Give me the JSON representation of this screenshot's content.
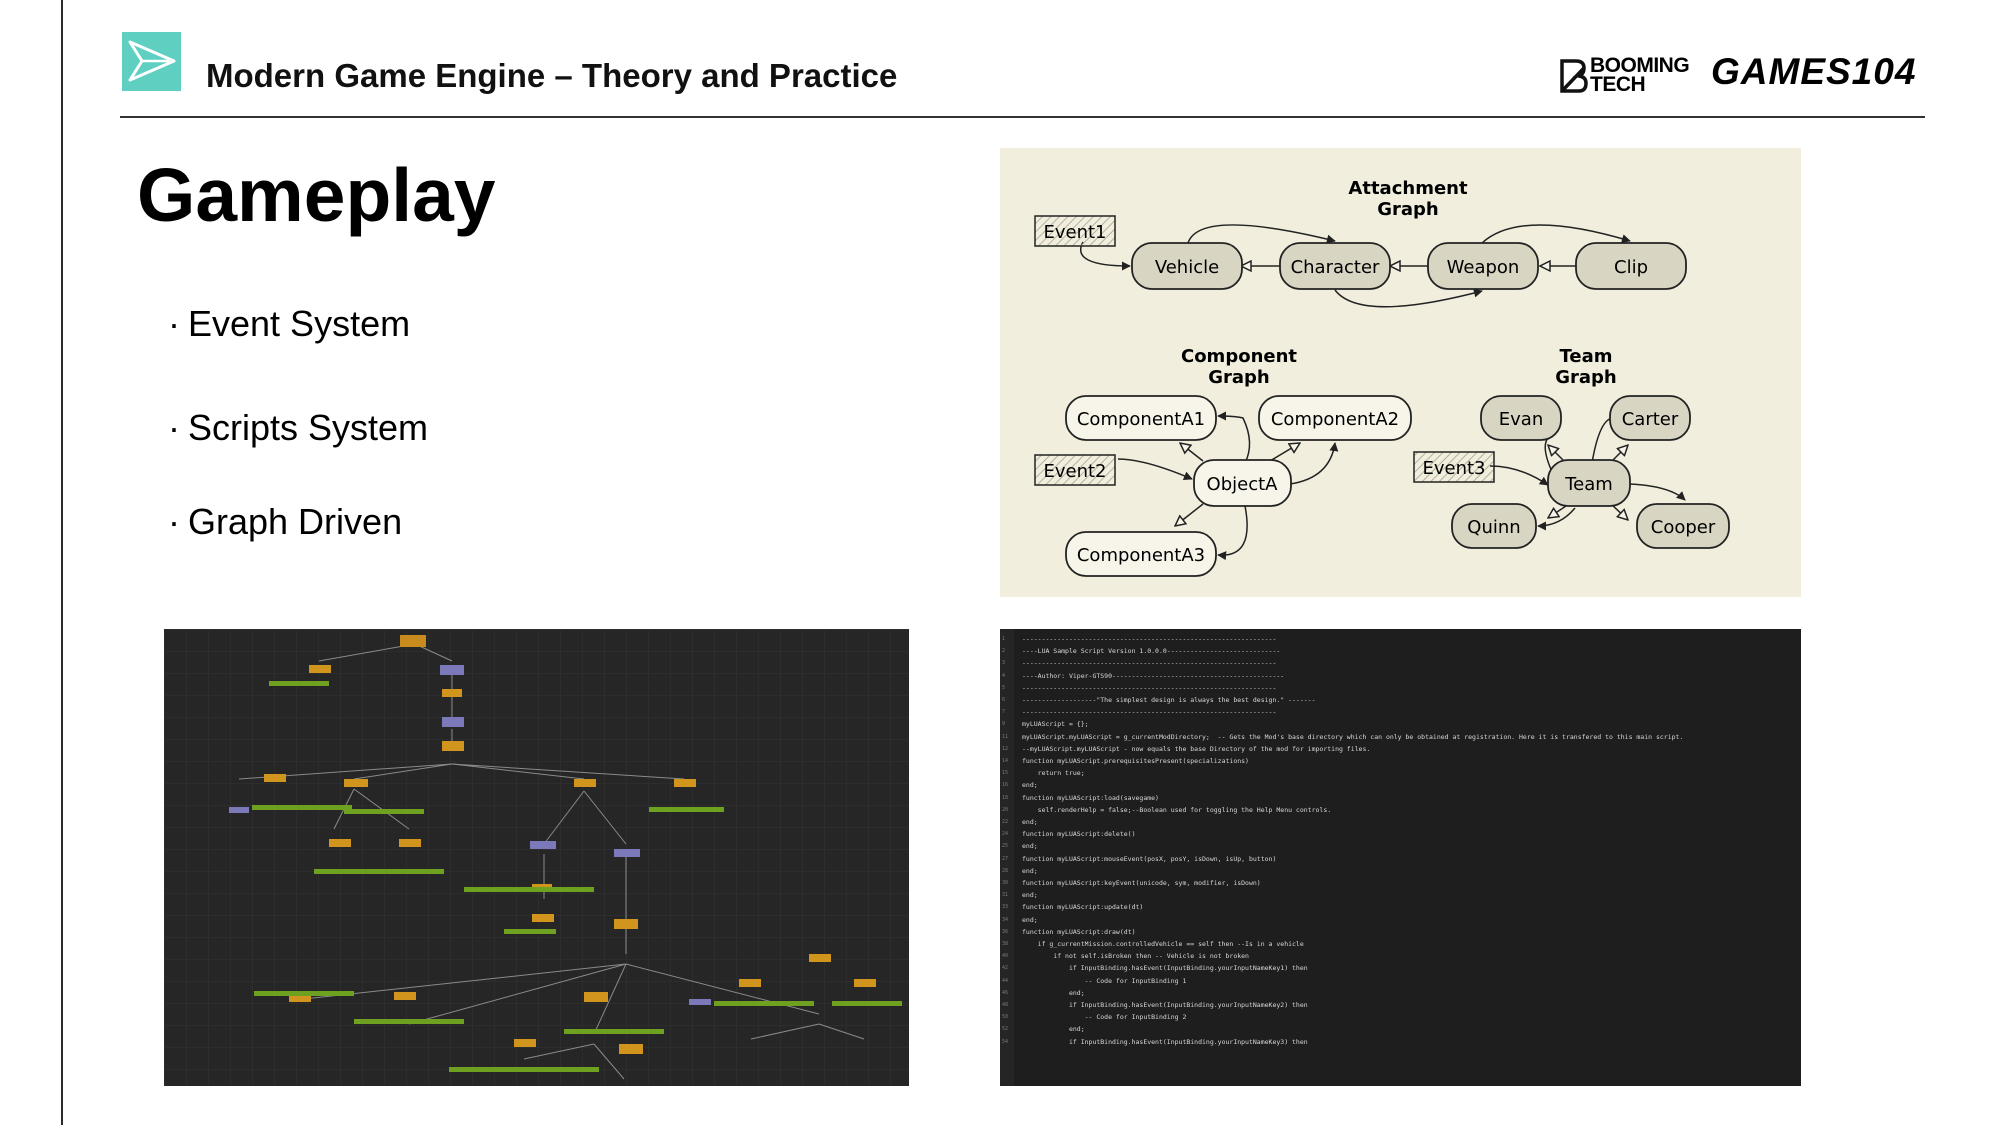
{
  "header": {
    "course_title": "Modern Game Engine – Theory and Practice",
    "brand_booming_line1": "BOOMING",
    "brand_booming_line2": "TECH",
    "brand_games": "GAMES104",
    "accent_color": "#5fcfc2"
  },
  "slide": {
    "title": "Gameplay",
    "bullets": [
      {
        "marker": "·",
        "text": "Event System"
      },
      {
        "marker": "·",
        "text": "Scripts System"
      },
      {
        "marker": "·",
        "text": "Graph Driven"
      }
    ]
  },
  "diagram": {
    "attachment_title_line1": "Attachment",
    "attachment_title_line2": "Graph",
    "component_title_line1": "Component",
    "component_title_line2": "Graph",
    "team_title_line1": "Team",
    "team_title_line2": "Graph",
    "nodes": {
      "event1": "Event1",
      "vehicle": "Vehicle",
      "character": "Character",
      "weapon": "Weapon",
      "clip": "Clip",
      "componentA1": "ComponentA1",
      "componentA2": "ComponentA2",
      "event2": "Event2",
      "objectA": "ObjectA",
      "componentA3": "ComponentA3",
      "evan": "Evan",
      "carter": "Carter",
      "event3": "Event3",
      "team": "Team",
      "quinn": "Quinn",
      "cooper": "Cooper"
    }
  },
  "code": {
    "lines": [
      {
        "n": "1",
        "t": "-----------------------------------------------------------------",
        "cls": "c"
      },
      {
        "n": "2",
        "t": "----LUA Sample Script Version 1.0.0.0-----------------------------",
        "cls": "c"
      },
      {
        "n": "3",
        "t": "-----------------------------------------------------------------",
        "cls": "c"
      },
      {
        "n": "4",
        "t": "----Author: Viper-GTS90--------------------------------------------",
        "cls": "c"
      },
      {
        "n": "5",
        "t": "-----------------------------------------------------------------",
        "cls": "c"
      },
      {
        "n": "6",
        "t": "-------------------\"The simplest design is always the best design.\" -------",
        "cls": "c"
      },
      {
        "n": "7",
        "t": "-----------------------------------------------------------------",
        "cls": "c"
      },
      {
        "n": "9",
        "t": "myLUAScript = {};",
        "cls": ""
      },
      {
        "n": "11",
        "t": "myLUAScript.myLUAScript = g_currentModDirectory;  -- Gets the Mod's base directory which can only be obtained at registration. Here it is transfered to this main script.",
        "cls": ""
      },
      {
        "n": "12",
        "t": "--myLUAScript.myLUAScript - now equals the base Directory of the mod for importing files.",
        "cls": "c"
      },
      {
        "n": "14",
        "t": "function myLUAScript.prerequisitesPresent(specializations)",
        "cls": ""
      },
      {
        "n": "15",
        "t": "    return true;",
        "cls": "k"
      },
      {
        "n": "16",
        "t": "end;",
        "cls": ""
      },
      {
        "n": "18",
        "t": "function myLUAScript:load(savegame)",
        "cls": ""
      },
      {
        "n": "20",
        "t": "    self.renderHelp = false;--Boolean used for toggling the Help Menu controls.",
        "cls": "k"
      },
      {
        "n": "22",
        "t": "end;",
        "cls": ""
      },
      {
        "n": "24",
        "t": "function myLUAScript:delete()",
        "cls": ""
      },
      {
        "n": "25",
        "t": "end;",
        "cls": ""
      },
      {
        "n": "27",
        "t": "function myLUAScript:mouseEvent(posX, posY, isDown, isUp, button)",
        "cls": ""
      },
      {
        "n": "28",
        "t": "end;",
        "cls": ""
      },
      {
        "n": "30",
        "t": "function myLUAScript:keyEvent(unicode, sym, modifier, isDown)",
        "cls": ""
      },
      {
        "n": "31",
        "t": "end;",
        "cls": ""
      },
      {
        "n": "33",
        "t": "function myLUAScript:update(dt)",
        "cls": ""
      },
      {
        "n": "34",
        "t": "end;",
        "cls": ""
      },
      {
        "n": "36",
        "t": "function myLUAScript:draw(dt)",
        "cls": ""
      },
      {
        "n": "38",
        "t": "    if g_currentMission.controlledVehicle == self then --Is in a vehicle",
        "cls": ""
      },
      {
        "n": "40",
        "t": "        if not self.isBroken then -- Vehicle is not broken",
        "cls": ""
      },
      {
        "n": "42",
        "t": "            if InputBinding.hasEvent(InputBinding.yourInputNameKey1) then",
        "cls": ""
      },
      {
        "n": "44",
        "t": "                -- Code for InputBinding 1",
        "cls": "c"
      },
      {
        "n": "46",
        "t": "            end;",
        "cls": ""
      },
      {
        "n": "48",
        "t": "            if InputBinding.hasEvent(InputBinding.yourInputNameKey2) then",
        "cls": ""
      },
      {
        "n": "50",
        "t": "                -- Code for InputBinding 2",
        "cls": "c"
      },
      {
        "n": "52",
        "t": "            end;",
        "cls": ""
      },
      {
        "n": "54",
        "t": "            if InputBinding.hasEvent(InputBinding.yourInputNameKey3) then",
        "cls": ""
      }
    ]
  }
}
